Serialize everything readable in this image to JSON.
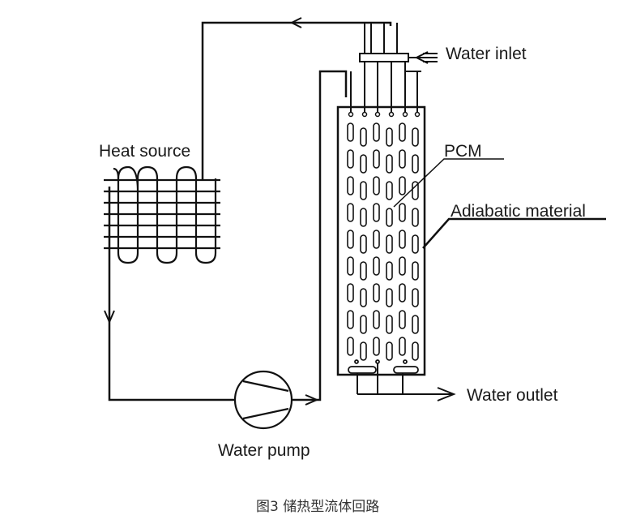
{
  "diagram": {
    "labels": {
      "water_inlet": "Water inlet",
      "pcm": "PCM",
      "heat_source": "Heat source",
      "adiabatic_material": "Adiabatic material",
      "water_outlet": "Water outlet",
      "water_pump": "Water pump"
    },
    "caption": "图3 储热型流体回路",
    "colors": {
      "line": "#111111",
      "text": "#1a1a1a",
      "caption": "#333333"
    }
  }
}
